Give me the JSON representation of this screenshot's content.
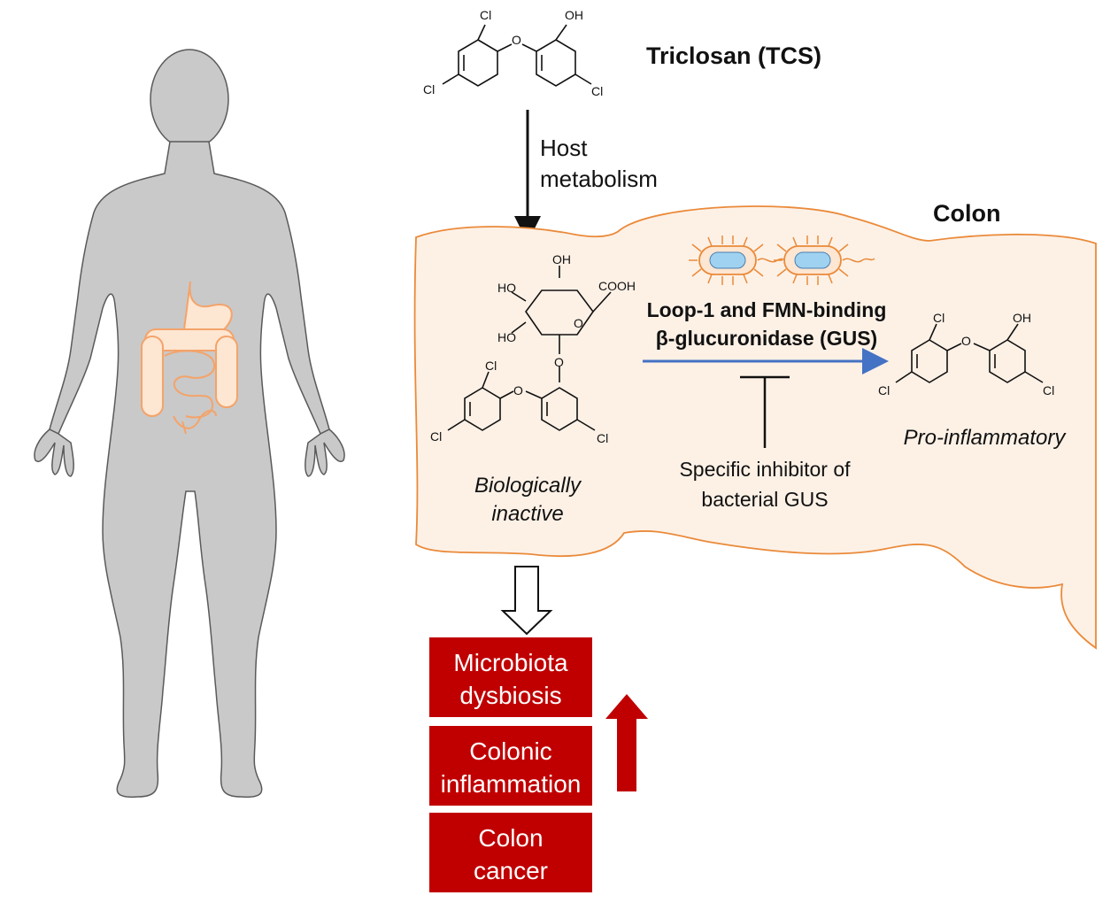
{
  "compound": {
    "name": "Triclosan (TCS)",
    "atoms": {
      "cl": "Cl",
      "oh": "OH",
      "o": "O",
      "ho": "HO",
      "cooh": "COOH"
    }
  },
  "host_step": {
    "line1": "Host",
    "line2": "metabolism"
  },
  "colon": {
    "title": "Colon"
  },
  "enzyme": {
    "line1": "Loop-1 and FMN-binding",
    "line2": "β-glucuronidase (GUS)"
  },
  "glucuronide": {
    "line1": "Biologically",
    "line2": "inactive"
  },
  "product": {
    "label": "Pro-inflammatory"
  },
  "inhibitor": {
    "line1": "Specific inhibitor of",
    "line2": "bacterial GUS"
  },
  "outcomes": [
    {
      "line1": "Microbiota",
      "line2": "dysbiosis"
    },
    {
      "line1": "Colonic",
      "line2": "inflammation"
    },
    {
      "line1": "Colon",
      "line2": "cancer"
    }
  ],
  "colors": {
    "colon_fill": "#fdf1e6",
    "colon_outline": "#ea8a3a",
    "outcome_box": "#c00000",
    "up_arrow": "#c00000",
    "gus_arrow": "#4472c4",
    "body": "#c9c9c9",
    "gut": "#f4a36a",
    "bacteria_cell": "#9fd2f0"
  }
}
